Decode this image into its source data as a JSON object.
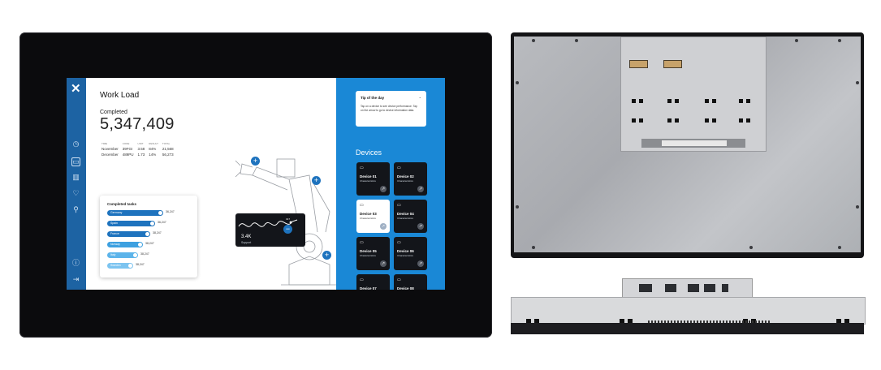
{
  "app": {
    "workload_title": "Work Load",
    "completed_label": "Completed",
    "completed_value": "5,347,409",
    "table_headers": [
      "TIME",
      "CODE",
      "UNIT",
      "RESULT",
      "TOTAL"
    ],
    "table_rows": [
      [
        "November",
        "39FGI",
        "3.58",
        "84%",
        "21,568"
      ],
      [
        "December",
        "489PU",
        "1.73",
        "14%",
        "56,273"
      ]
    ],
    "tasks_title": "Completed tasks",
    "tasks": [
      {
        "label": "Germany",
        "value": "36,247",
        "fill": 0.93,
        "color": "#1e73be"
      },
      {
        "label": "Spain",
        "value": "36,247",
        "fill": 0.8,
        "color": "#1e73be"
      },
      {
        "label": "France",
        "value": "38,247",
        "fill": 0.72,
        "color": "#1e73be"
      },
      {
        "label": "Norway",
        "value": "38,247",
        "fill": 0.6,
        "color": "#3da0e0"
      },
      {
        "label": "Italy",
        "value": "38,247",
        "fill": 0.52,
        "color": "#5cb4ea"
      },
      {
        "label": "Sweden",
        "value": "38,247",
        "fill": 0.43,
        "color": "#7cc4f0"
      }
    ],
    "wave_value": "3.4K",
    "wave_sub": "Support",
    "wave_point": "317",
    "tip_title": "Tip of the day",
    "tip_text": "Tap on a device to see device performance. Tap on the arrow to go to device information data.",
    "devices_heading": "Devices",
    "devices": [
      {
        "name": "Device 01",
        "sub": "Characteristics",
        "selected": false
      },
      {
        "name": "Device 02",
        "sub": "Characteristics",
        "selected": false
      },
      {
        "name": "Device 03",
        "sub": "Characteristics",
        "selected": true
      },
      {
        "name": "Device 04",
        "sub": "Characteristics",
        "selected": false
      },
      {
        "name": "Device 05",
        "sub": "Characteristics",
        "selected": false
      },
      {
        "name": "Device 06",
        "sub": "Characteristics",
        "selected": false
      },
      {
        "name": "Device 07",
        "sub": "",
        "selected": false
      },
      {
        "name": "Device 08",
        "sub": "",
        "selected": false
      }
    ],
    "colors": {
      "accent": "#1e73be",
      "panel": "#1a88d6",
      "rail": "#1d63a3",
      "card_dark": "#13151a"
    }
  }
}
